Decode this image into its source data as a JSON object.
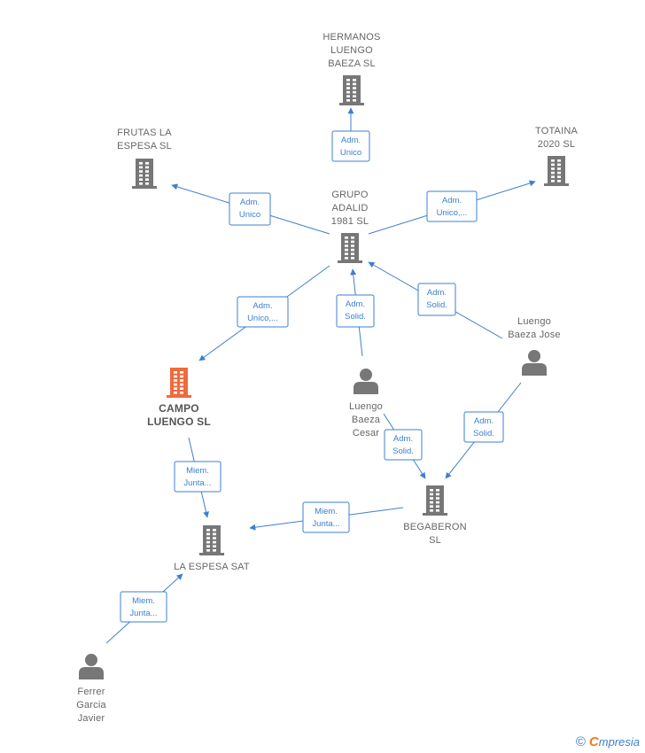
{
  "colors": {
    "edge": "#3d7fd0",
    "company": "#777777",
    "focus_company": "#f06a3c",
    "person": "#777777",
    "label": "#666666"
  },
  "nodes": [
    {
      "id": "hermanos",
      "type": "company",
      "lines": [
        "HERMANOS",
        "LUENGO",
        "BAEZA  SL"
      ]
    },
    {
      "id": "frutas",
      "type": "company",
      "lines": [
        "FRUTAS LA",
        "ESPESA  SL"
      ]
    },
    {
      "id": "totaina",
      "type": "company",
      "lines": [
        "TOTAINA",
        "2020  SL"
      ]
    },
    {
      "id": "grupo",
      "type": "company",
      "lines": [
        "GRUPO",
        "ADALID",
        "1981  SL"
      ]
    },
    {
      "id": "campo",
      "type": "company-focus",
      "lines": [
        "CAMPO",
        "LUENGO  SL"
      ]
    },
    {
      "id": "jose",
      "type": "person",
      "lines": [
        "Luengo",
        "Baeza Jose"
      ]
    },
    {
      "id": "cesar",
      "type": "person",
      "lines": [
        "Luengo",
        "Baeza",
        "Cesar"
      ]
    },
    {
      "id": "begaberon",
      "type": "company",
      "lines": [
        "BEGABERON",
        "SL"
      ]
    },
    {
      "id": "espesa_sat",
      "type": "company",
      "lines": [
        "LA ESPESA SAT"
      ]
    },
    {
      "id": "ferrer",
      "type": "person",
      "lines": [
        "Ferrer",
        "Garcia",
        "Javier"
      ]
    }
  ],
  "edges": [
    {
      "from": "grupo",
      "to": "hermanos",
      "label": [
        "Adm.",
        "Unico"
      ]
    },
    {
      "from": "grupo",
      "to": "frutas",
      "label": [
        "Adm.",
        "Unico"
      ]
    },
    {
      "from": "grupo",
      "to": "totaina",
      "label": [
        "Adm.",
        "Unico,..."
      ]
    },
    {
      "from": "grupo",
      "to": "campo",
      "label": [
        "Adm.",
        "Unico,..."
      ]
    },
    {
      "from": "cesar",
      "to": "grupo",
      "label": [
        "Adm.",
        "Solid."
      ]
    },
    {
      "from": "jose",
      "to": "grupo",
      "label": [
        "Adm.",
        "Solid."
      ]
    },
    {
      "from": "cesar",
      "to": "begaberon",
      "label": [
        "Adm.",
        "Solid."
      ]
    },
    {
      "from": "jose",
      "to": "begaberon",
      "label": [
        "Adm.",
        "Solid."
      ]
    },
    {
      "from": "campo",
      "to": "espesa_sat",
      "label": [
        "Miem.",
        "Junta..."
      ]
    },
    {
      "from": "begaberon",
      "to": "espesa_sat",
      "label": [
        "Miem.",
        "Junta..."
      ]
    },
    {
      "from": "ferrer",
      "to": "espesa_sat",
      "label": [
        "Miem.",
        "Junta..."
      ]
    }
  ],
  "footer": {
    "copyright": "©",
    "brand_initial": "C",
    "brand_rest": "mpresia"
  }
}
